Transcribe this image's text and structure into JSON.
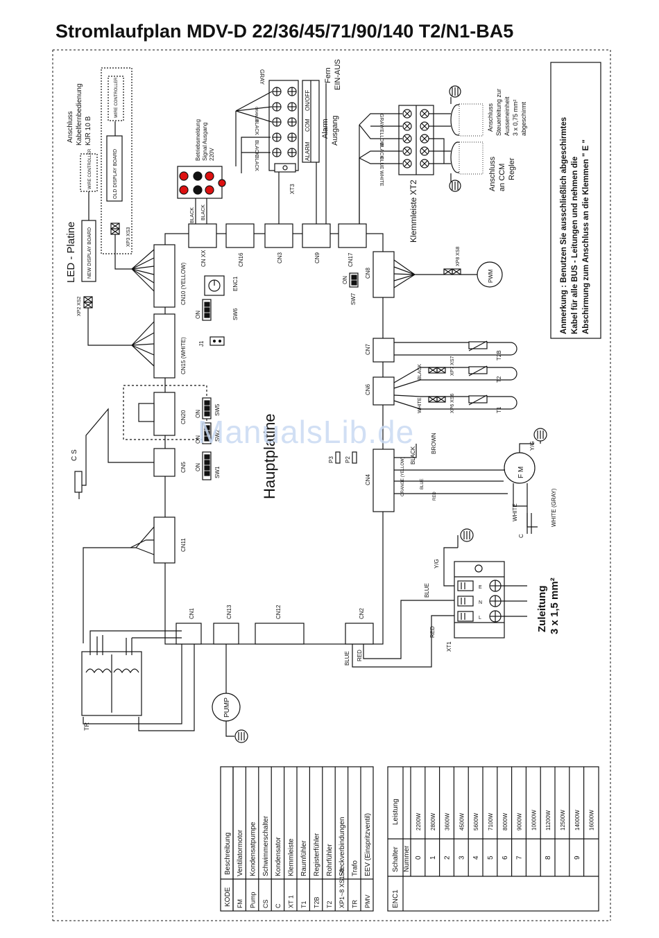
{
  "title": "Stromlaufplan MDV-D 22/36/45/71/90/140 T2/N1-BA5",
  "watermark": "ManualsLib.de",
  "main_board": "Hauptplatine",
  "led_platine": "LED - Platine",
  "connectors": {
    "cn10": "CN10 (YELLOW)",
    "cn15": "CN15 (WHITE)",
    "cn20": "CN20",
    "cn5": "CN5",
    "cn11": "CN11",
    "cn1": "CN1",
    "cn13": "CN13",
    "cn12": "CN12",
    "cn2": "CN2",
    "cnxx": "CN XX",
    "cn16": "CN16",
    "cn3": "CN3",
    "cn9": "CN9",
    "cn17": "CN17",
    "cn8": "CN8",
    "cn7": "CN7",
    "cn6": "CN6",
    "cn4": "CN4"
  },
  "switches": {
    "sw6": "SW6",
    "sw5": "SW5",
    "sw2": "SW2",
    "sw1": "SW1",
    "sw7": "SW7",
    "enc1": "ENC1",
    "j1": "J1",
    "p3": "P3",
    "p2": "P2",
    "on": "ON"
  },
  "plugs": {
    "xp2xs2": "XP2 XS2",
    "xp3xs3": "XP3 XS3",
    "xp8xs8": "XP8 XS8",
    "xp7xs7": "XP7 XS7",
    "xp6xs6": "XP6 XS6"
  },
  "display": {
    "new_board": "NEW DISPLAY BOARD",
    "old_board": "OLD DISPLAY BOARD",
    "wire_ctrl": "WIRE CONTROLLER",
    "remote_label": "Anschluss Kabelfernbedienung KJR 10 B"
  },
  "xt3": {
    "name": "XT3",
    "hint1": "Betriebsmeldung",
    "hint2": "Signal Ausgang",
    "hint3": "220V",
    "alarm": "ALARM",
    "com": "COM",
    "onoff": "ON/OFF",
    "alarm_out1": "Alarm",
    "alarm_out2": "Ausgang",
    "remote1": "Fern",
    "remote2": "EIN-AUS",
    "wires": [
      "GRAY",
      "ORANGE",
      "BLACK",
      "BLACK",
      "BLACK"
    ],
    "black1": "BLACK",
    "black2": "BLACK"
  },
  "xt2": {
    "name": "Klemmleiste XT2",
    "wires": [
      "GRAY",
      "YELLOW",
      "BLACK",
      "BLUE",
      "WHITE"
    ],
    "ccm1": "Anschluss",
    "ccm2": "an CCM",
    "ccm3": "Regler",
    "outdoor1": "Anschluss",
    "outdoor2": "Steuerleitung zur",
    "outdoor3": "Ausseneinheit",
    "outdoor4": "3 x 0,75 mm²",
    "outdoor5": "abgeschirmt"
  },
  "note": [
    "Anmerkung : Benutzen Sie ausschließlich abgeschirmtes",
    "Kabel für alle BUS - Leitungen und nehmen die",
    "Abschirmung zum Anschluss an die Klemmen  \" E \""
  ],
  "components": {
    "pwm": "PWM",
    "t2b": "T2B",
    "t2": "T2",
    "t1": "T1",
    "fm": "F M",
    "cs": "C S",
    "pump": "PUMP",
    "tr": "TR",
    "c": "C",
    "xt1": "XT1",
    "yg": "Y/G",
    "supply1": "Zuleitung",
    "supply2": "3 x 1,5 mm²"
  },
  "wires": {
    "black": "BLACK",
    "white": "WHITE",
    "brown": "BROWN",
    "orange_yellow": "ORANGE (YELLOW)",
    "blue": "BLUE",
    "red": "RED",
    "white_gray": "WHITE (GRAY)"
  },
  "xt1_terms": [
    "E",
    "N",
    "L"
  ],
  "legend": {
    "headers": [
      "KODE",
      "Beschreibung"
    ],
    "rows": [
      [
        "FM",
        "Ventilatormotor"
      ],
      [
        "Pump",
        "Kondensatpumpe"
      ],
      [
        "CS",
        "Schwimmerschalter"
      ],
      [
        "C",
        "Kondensator"
      ],
      [
        "XT 1",
        "Klemmleiste"
      ],
      [
        "T1",
        "Raumfühler"
      ],
      [
        "T2B",
        "Registerfühler"
      ],
      [
        "T2",
        "Rohrfühler"
      ],
      [
        "XP1~8 XS1~8",
        "Steckverbindungen"
      ],
      [
        "TR",
        "Trafo"
      ],
      [
        "PMV",
        "EEV (Einspritzventil)"
      ]
    ]
  },
  "enc_table": {
    "enc": "ENC1",
    "h1": "Schalter Nummer",
    "h2": "Leistung",
    "rows": [
      [
        "0",
        "2200W"
      ],
      [
        "1",
        "2800W"
      ],
      [
        "2",
        "3600W"
      ],
      [
        "3",
        "4500W"
      ],
      [
        "4",
        "5600W"
      ],
      [
        "5",
        "7100W"
      ],
      [
        "6",
        "8000W"
      ],
      [
        "7",
        "9000W"
      ],
      [
        "",
        "10000W"
      ],
      [
        "8",
        "11200W"
      ],
      [
        "",
        "12500W"
      ],
      [
        "9",
        "14000W"
      ],
      [
        "",
        "16000W"
      ]
    ]
  }
}
